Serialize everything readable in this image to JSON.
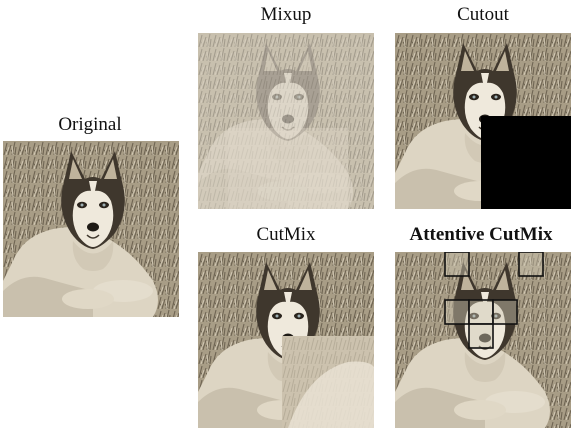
{
  "figure": {
    "panels": [
      {
        "id": "original",
        "label": "Original"
      },
      {
        "id": "mixup",
        "label": "Mixup"
      },
      {
        "id": "cutout",
        "label": "Cutout"
      },
      {
        "id": "cutmix",
        "label": "CutMix"
      },
      {
        "id": "attentive",
        "label": "Attentive CutMix"
      }
    ],
    "colors": {
      "sepia_light": "#c9bfaa",
      "sepia_mid": "#9e927c",
      "sepia_dark": "#3f372d",
      "cutout_patch": "#000000",
      "grid_stroke": "#111111"
    }
  }
}
